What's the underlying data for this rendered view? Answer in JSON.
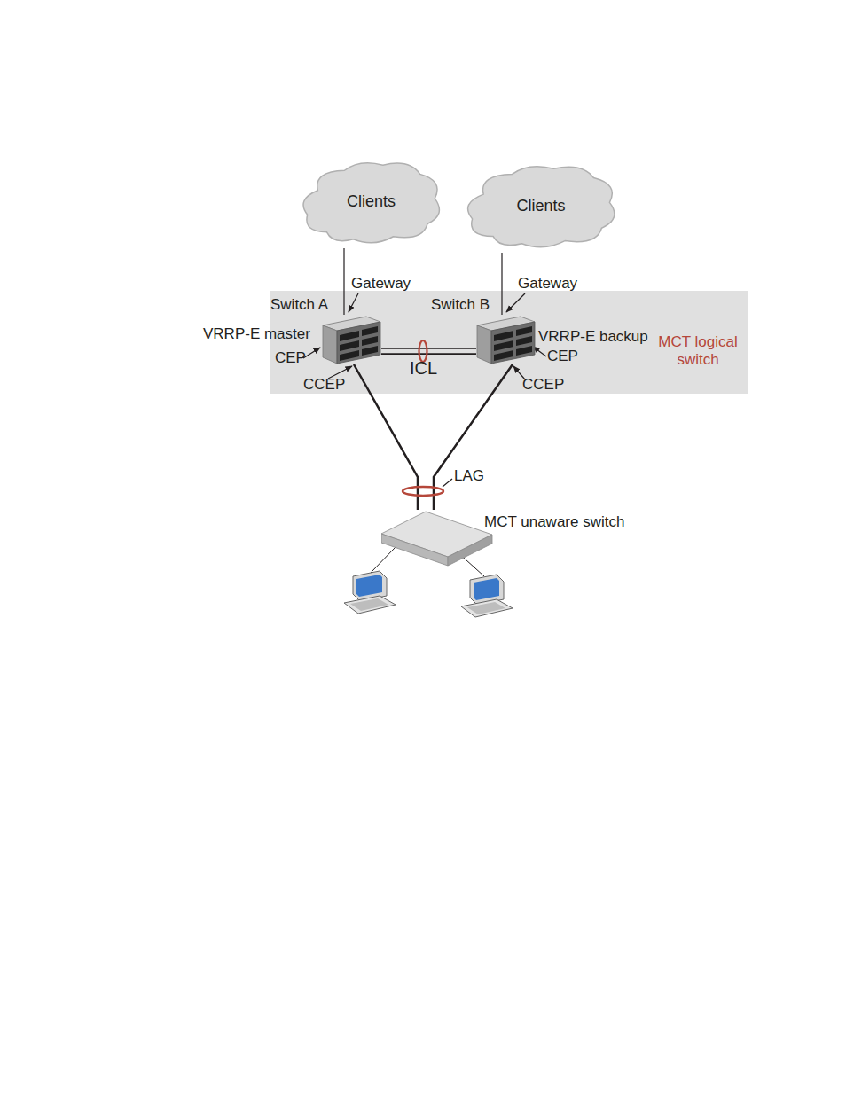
{
  "diagram": {
    "nodes": [
      {
        "text": [
          "Clients"
        ]
      },
      {
        "text": [
          "Clients"
        ]
      },
      {
        "text": [
          "MCT logical switch"
        ]
      },
      {
        "text": [
          "Switch A"
        ],
        "in": 2
      },
      {
        "text": [
          "Switch B"
        ],
        "in": 2
      },
      {
        "text": [
          "MCT unaware switch"
        ]
      }
    ],
    "edges": [
      {
        "from": 0,
        "to": 3,
        "arrow": "none"
      },
      {
        "from": 1,
        "to": 4,
        "arrow": "none"
      },
      {
        "from": 3,
        "to": 4,
        "arrow": "none"
      },
      {
        "from": 3,
        "to": 5,
        "arrow": "none"
      },
      {
        "from": 4,
        "to": 5,
        "arrow": "none"
      }
    ],
    "labels": [
      "Gateway",
      "Gateway",
      "VRRP-E master",
      "CEP",
      "ICL",
      "VRRP-E backup",
      "CEP",
      "CCEP",
      "CCEP",
      "LAG"
    ]
  }
}
